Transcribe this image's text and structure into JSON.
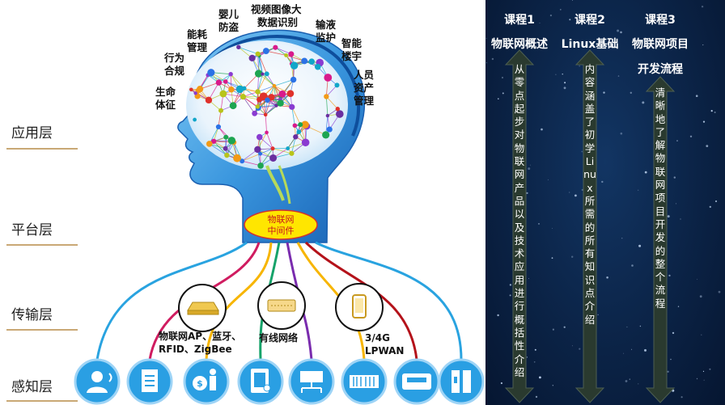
{
  "layers": [
    "应用层",
    "平台层",
    "传输层",
    "感知层"
  ],
  "applications": [
    {
      "lines": [
        "婴儿",
        "防盗"
      ]
    },
    {
      "lines": [
        "视频图像大",
        "数据识别"
      ]
    },
    {
      "lines": [
        "输液",
        "监护"
      ]
    },
    {
      "lines": [
        "能耗",
        "管理"
      ]
    },
    {
      "lines": [
        "智能",
        "楼宇"
      ]
    },
    {
      "lines": [
        "行为",
        "合规"
      ]
    },
    {
      "lines": [
        "人员",
        "资产",
        "管理"
      ]
    },
    {
      "lines": [
        "生命",
        "体征"
      ]
    }
  ],
  "middleware": {
    "line1": "物联网",
    "line2": "中间件"
  },
  "transport": {
    "wireless": {
      "line1": "物联网AP、蓝牙、",
      "line2": "RFID、ZigBee"
    },
    "wired": {
      "line1": "有线网络"
    },
    "cellular": {
      "line1": "3/4G",
      "line2": "LPWAN"
    }
  },
  "sensors": [
    {
      "icon": "user-headset-icon"
    },
    {
      "icon": "document-icon"
    },
    {
      "icon": "payment-person-icon"
    },
    {
      "icon": "tablet-touch-icon"
    },
    {
      "icon": "network-switch-icon"
    },
    {
      "icon": "barcode-tag-icon"
    },
    {
      "icon": "rfid-card-icon"
    },
    {
      "icon": "door-sensor-icon"
    }
  ],
  "courses": [
    {
      "head": "课程1",
      "title": "物联网概述",
      "title2": "",
      "desc": "从零点起步对物联网产品以及技术应用进行概括性介绍"
    },
    {
      "head": "课程2",
      "title": "Linux基础",
      "title2": "",
      "desc": "内容涵盖了初学Linux所需的所有知识点介绍"
    },
    {
      "head": "课程3",
      "title": "物联网项目",
      "title2": "开发流程",
      "desc": "清晰地了解物联网项目开发的整个流程"
    }
  ],
  "colors": {
    "head_light": "#5ab8f0",
    "head_dark": "#1d6fc1",
    "panel_bg": "#0b2346",
    "middleware": "#ffe600",
    "arrow": "#2a3a2f"
  }
}
